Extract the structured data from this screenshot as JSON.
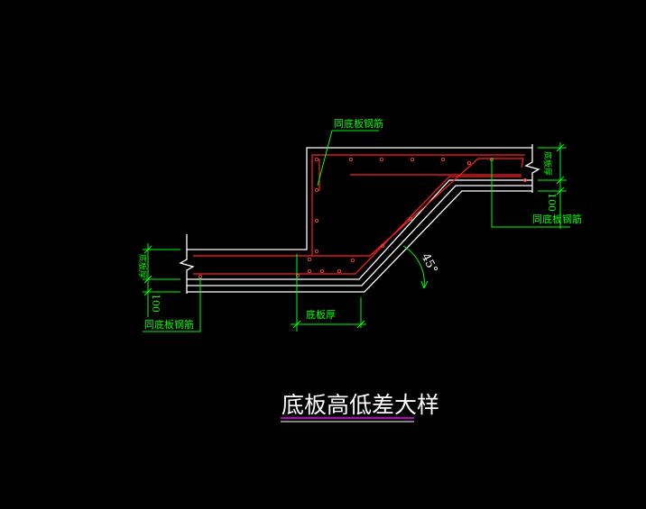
{
  "drawing": {
    "title": "底板高低差大样",
    "labels": {
      "same_as_slab_rebar_top": "同底板钢筋",
      "same_as_slab_rebar_right": "同底板钢筋",
      "same_as_slab_rebar_left": "同底板钢筋",
      "slab_thickness_left": "底板厚",
      "slab_thickness_right": "底板厚",
      "slab_thickness_bottom": "底板厚",
      "dim_100_left": "100",
      "dim_100_right": "100",
      "angle": "45°"
    },
    "colors": {
      "background": "#000000",
      "concrete_outline": "#ffffff",
      "rebar": "#ff2020",
      "dimension": "#00ff00",
      "title_underline_1": "#ff00ff",
      "title_underline_2": "#ffffff"
    }
  }
}
